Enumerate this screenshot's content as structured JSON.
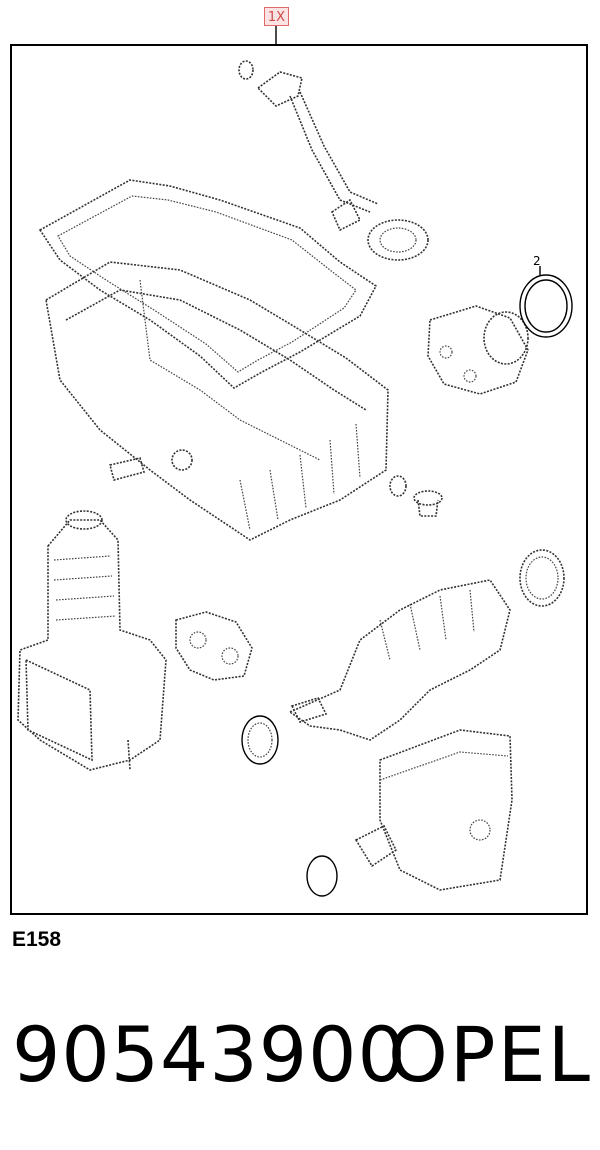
{
  "callout": {
    "label": "1X"
  },
  "diagram": {
    "part_ref": "2"
  },
  "figure_code": "E158",
  "footer": {
    "part_number": "90543900",
    "brand": "OPEL"
  }
}
